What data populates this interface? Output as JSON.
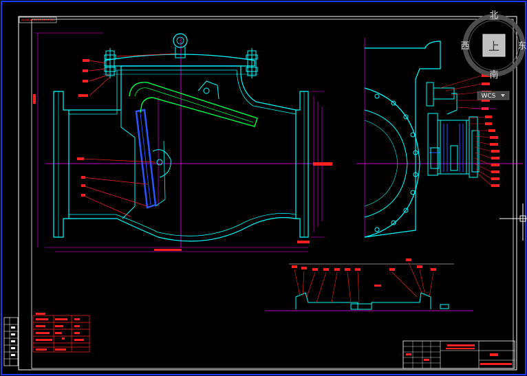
{
  "view_cube": {
    "north": "北",
    "south": "南",
    "east": "东",
    "west": "西",
    "face": "上",
    "wcs": "WCS"
  },
  "colors": {
    "background": "#000000",
    "frame": "#ffffff",
    "border": "#1a3cff",
    "body": "#00ffff",
    "centerline": "#ff00ff",
    "leader": "#ff2020",
    "disc": "#0000ff",
    "arm": "#00ff00",
    "dimension": "#ff0000"
  }
}
